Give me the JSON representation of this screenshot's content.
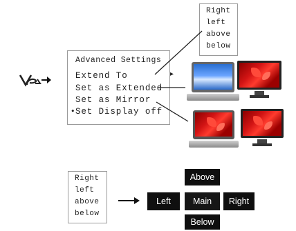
{
  "icons": {
    "vga": "vga-logo-icon",
    "arrow": "right-arrow-icon",
    "submenu": "submenu-arrow-icon",
    "bullet": "bullet-icon"
  },
  "top_popup": {
    "options": [
      "Right",
      "left",
      "above",
      "below"
    ]
  },
  "menu": {
    "title": "Advanced Settings",
    "items": [
      "Extend To",
      "Set as Extended",
      "Set as Mirror",
      "Set Display off"
    ],
    "bullet": "•",
    "submenu_arrow": "▸"
  },
  "bottom_popup": {
    "options": [
      "Right",
      "left",
      "above",
      "below"
    ]
  },
  "layout_grid": {
    "above": "Above",
    "left": "Left",
    "main": "Main",
    "right": "Right",
    "below": "Below"
  },
  "colors": {
    "tile": "#0f0f0f",
    "screen_red": "#d21414",
    "border": "#9a9a9a"
  }
}
